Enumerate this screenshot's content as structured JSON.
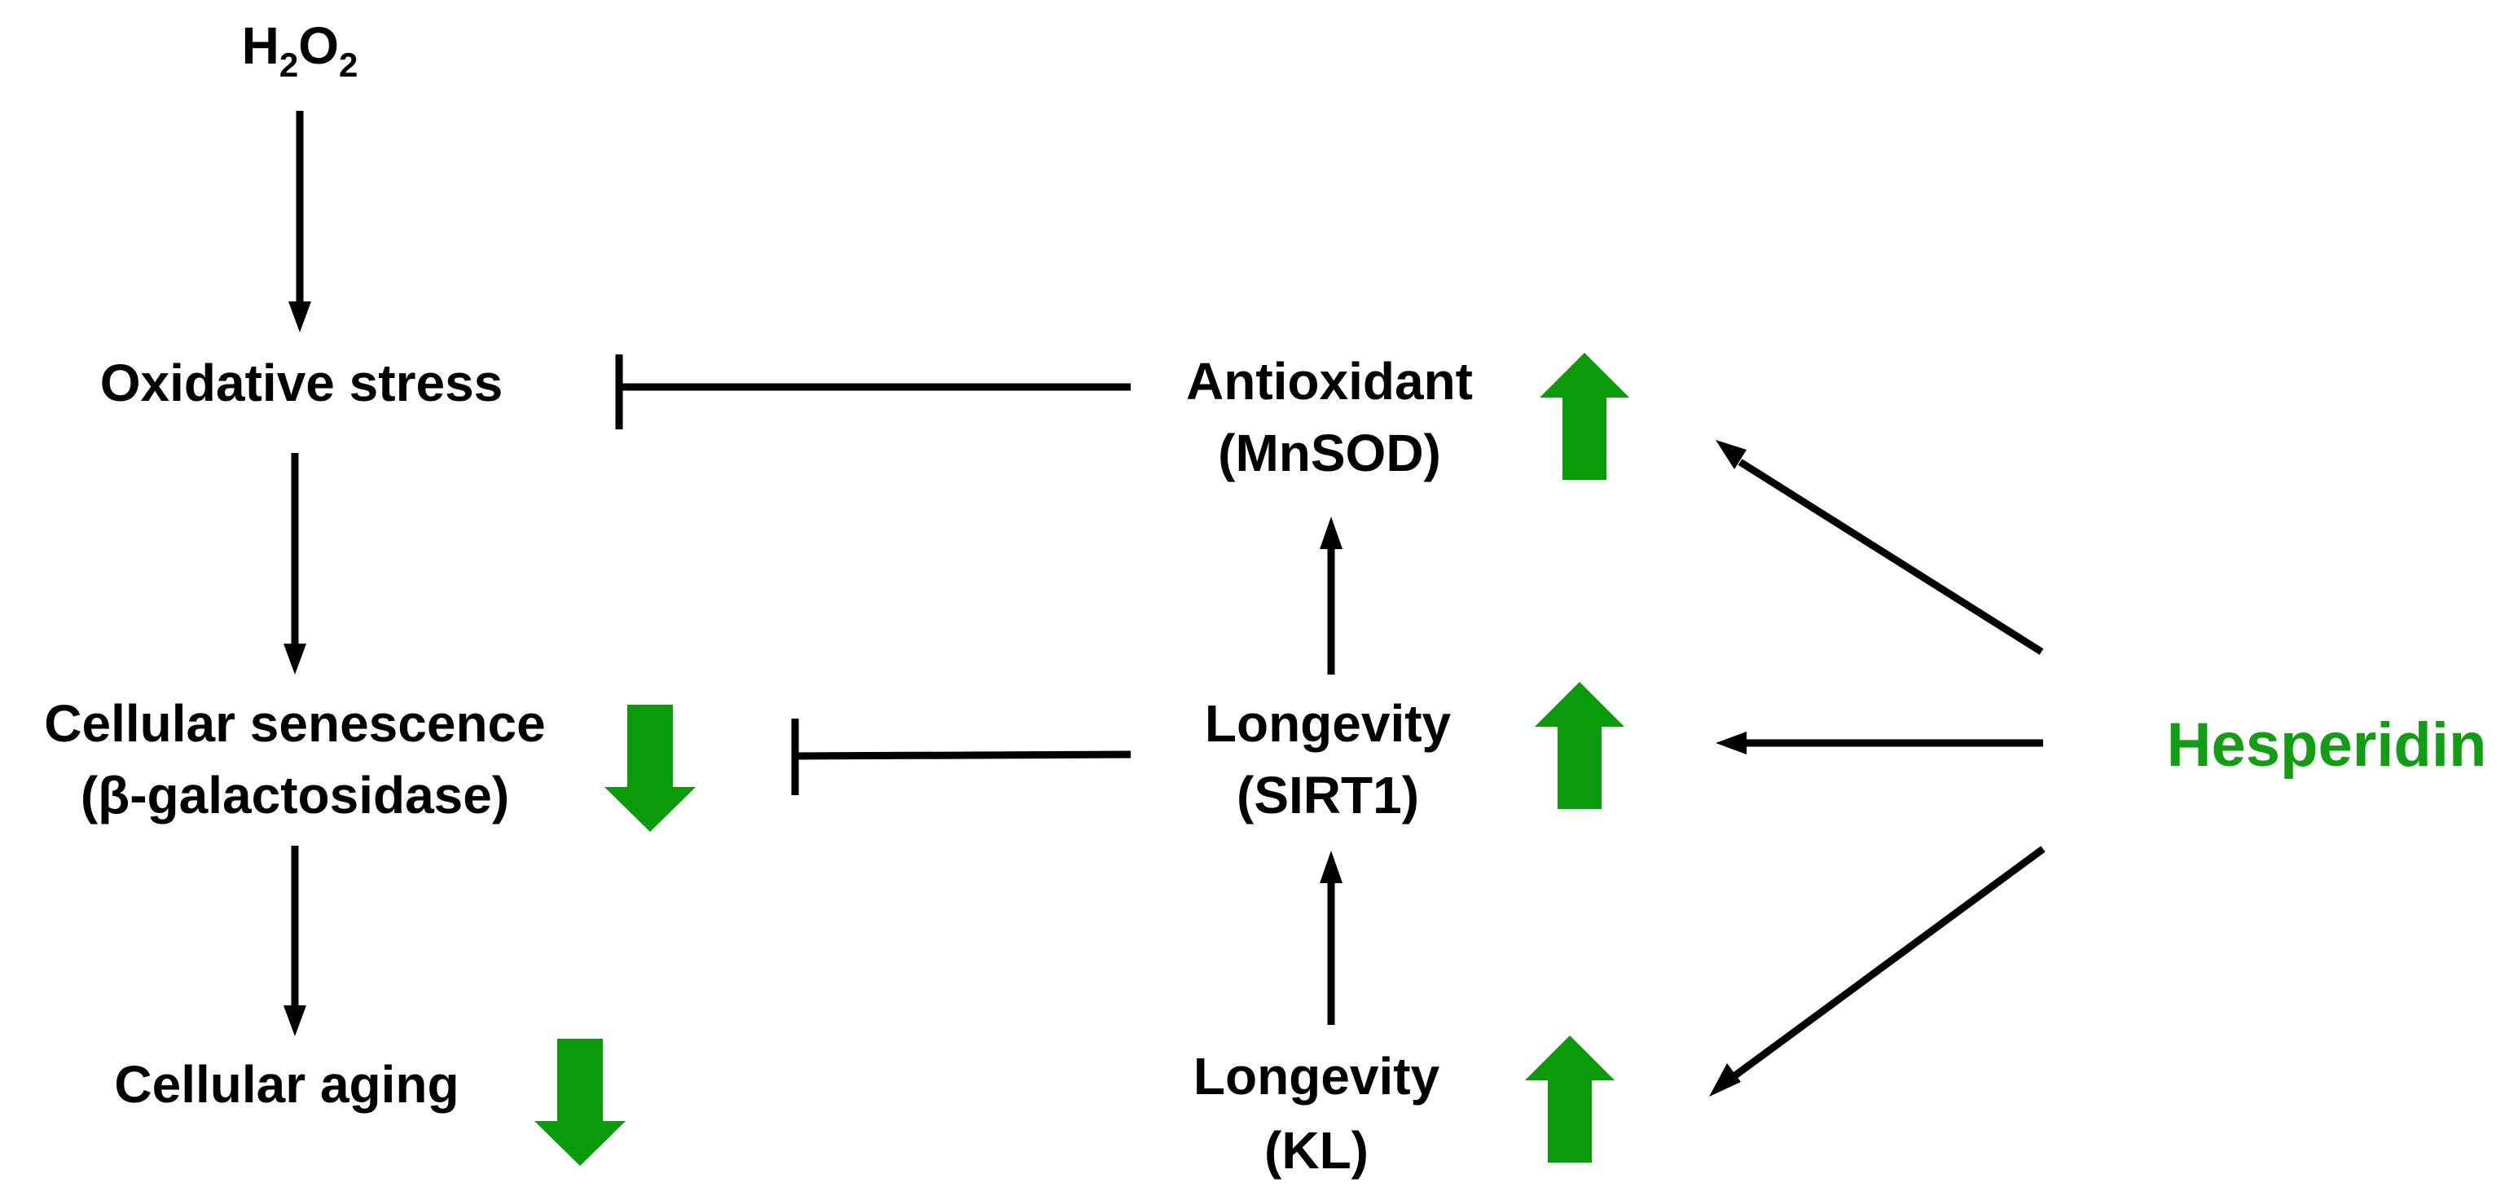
{
  "colors": {
    "indicator": "#0a9b0a",
    "hesperidin": "#129e12",
    "line": "#000000"
  },
  "nodes": {
    "h2o2": {
      "main1": "H",
      "sub1": "2",
      "main2": "O",
      "sub2": "2"
    },
    "oxidative_stress": {
      "line1": "Oxidative stress"
    },
    "cellular_senescence": {
      "line1": "Cellular senescence",
      "line2": "(β-galactosidase)",
      "indicator": "down"
    },
    "cellular_aging": {
      "line1": "Cellular aging",
      "indicator": "down"
    },
    "antioxidant": {
      "line1": "Antioxidant",
      "line2": "(MnSOD)",
      "indicator": "up"
    },
    "sirt1": {
      "line1": "Longevity",
      "line2": "(SIRT1)",
      "indicator": "up"
    },
    "kl": {
      "line1": "Longevity",
      "line2": "(KL)",
      "indicator": "up"
    },
    "hesperidin": {
      "line1": "Hesperidin"
    }
  },
  "edges": [
    {
      "from": "h2o2",
      "to": "oxidative_stress",
      "type": "activates"
    },
    {
      "from": "oxidative_stress",
      "to": "cellular_senescence",
      "type": "activates"
    },
    {
      "from": "cellular_senescence",
      "to": "cellular_aging",
      "type": "activates"
    },
    {
      "from": "antioxidant",
      "to": "oxidative_stress",
      "type": "inhibits"
    },
    {
      "from": "sirt1",
      "to": "cellular_senescence",
      "type": "inhibits"
    },
    {
      "from": "sirt1",
      "to": "antioxidant",
      "type": "activates"
    },
    {
      "from": "kl",
      "to": "sirt1",
      "type": "activates"
    },
    {
      "from": "hesperidin",
      "to": "antioxidant",
      "type": "activates"
    },
    {
      "from": "hesperidin",
      "to": "sirt1",
      "type": "activates"
    },
    {
      "from": "hesperidin",
      "to": "kl",
      "type": "activates"
    }
  ]
}
